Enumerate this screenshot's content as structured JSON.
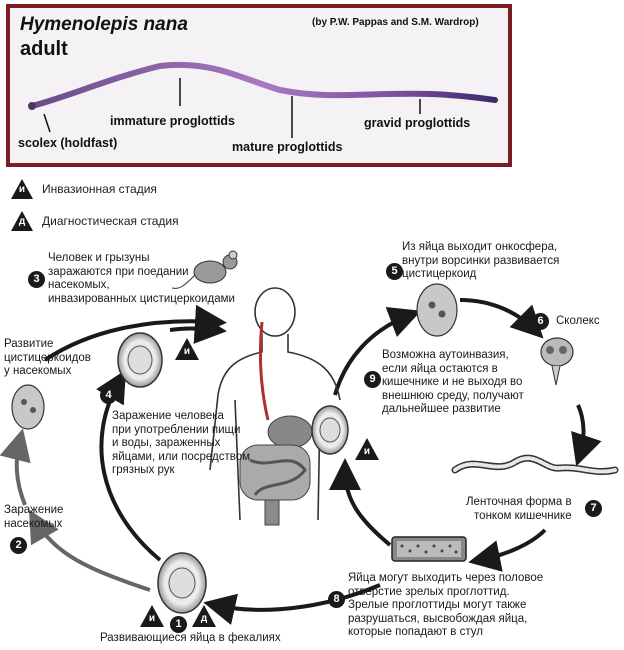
{
  "photo": {
    "title": "Hymenolepis nana",
    "subtitle": "adult",
    "credit": "(by P.W. Pappas and S.M. Wardrop)",
    "labels": {
      "scolex": "scolex (holdfast)",
      "immature": "immature proglottids",
      "mature": "mature proglottids",
      "gravid": "gravid proglottids"
    },
    "frame_color": "#7a1e24"
  },
  "legend": {
    "infective_letter": "и",
    "infective_label": "Инвазионная стадия",
    "diagnostic_letter": "д",
    "diagnostic_label": "Диагностическая стадия"
  },
  "steps": {
    "s1": {
      "num": "1",
      "text": "Развивающиеся яйца в фекалиях"
    },
    "s2": {
      "num": "2",
      "line1": "Заражение",
      "line2": "насекомых"
    },
    "s3": {
      "num": "3",
      "line1": "Человек и грызуны",
      "line2": "заражаются при поедании",
      "line3": "насекомых,",
      "line4": "инвазированных цистицеркоидами"
    },
    "s4": {
      "num": "4",
      "line1": "Заражение человека",
      "line2": "при употреблении пищи",
      "line3": "и воды, зараженных",
      "line4": "яйцами, или посредством",
      "line5": "грязных рук"
    },
    "s5": {
      "num": "5",
      "line1": "Из яйца выходит онкосфера,",
      "line2": "внутри ворсинки развивается",
      "line3": "цистицеркоид"
    },
    "s6": {
      "num": "6",
      "text": "Сколекс"
    },
    "s7": {
      "num": "7",
      "line1": "Ленточная форма в",
      "line2": "тонком кишечнике"
    },
    "s8": {
      "num": "8",
      "line1": "Яйца могут выходить через половое",
      "line2": "отверстие зрелых проглоттид.",
      "line3": "Зрелые проглоттиды могут также",
      "line4": "разрушаться, высвобождая яйца,",
      "line5": "которые попадают в стул"
    },
    "s9": {
      "num": "9",
      "line1": "Возможна аутоинвазия,",
      "line2": "если яйца остаются в",
      "line3": "кишечнике и не выходя во",
      "line4": "внешнюю среду, получают",
      "line5": "дальнейшее развитие"
    },
    "dev": {
      "line1": "Развитие",
      "line2": "цистицеркоидов",
      "line3": "у насекомых"
    }
  },
  "badges": {
    "i": "и",
    "d": "д"
  },
  "colors": {
    "worm": "#8a5aa6",
    "arrow": "#1a1a1a",
    "arrow_gray": "#666666"
  }
}
